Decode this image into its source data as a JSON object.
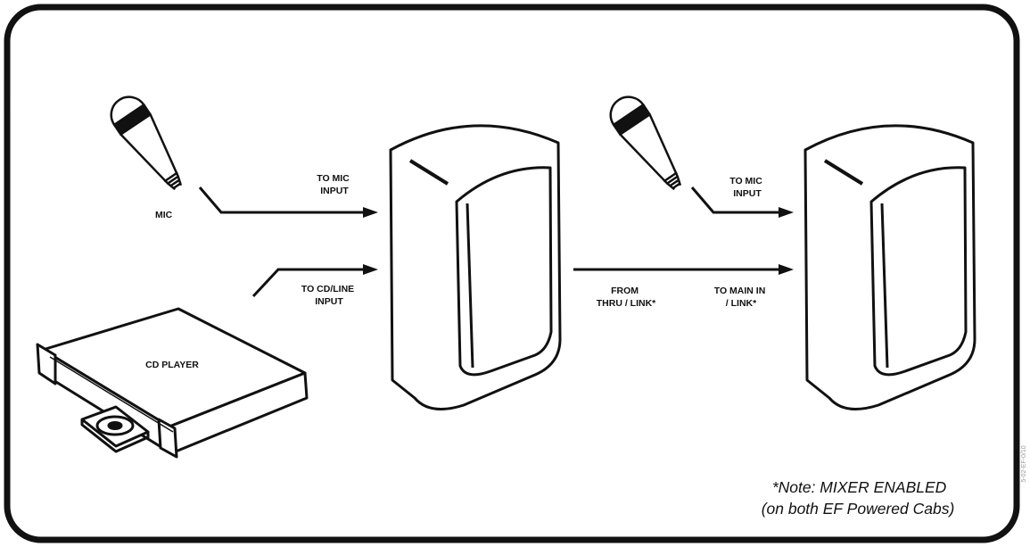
{
  "labels": {
    "mic": "MIC",
    "to_mic_input_1": [
      "TO MIC",
      "INPUT"
    ],
    "to_cd_line_input": [
      "TO CD/LINE",
      "INPUT"
    ],
    "cd_player": "CD PLAYER",
    "from_thru_link": [
      "FROM",
      "THRU / LINK*"
    ],
    "to_mic_input_2": [
      "TO MIC",
      "INPUT"
    ],
    "to_main_in_link": [
      "TO MAIN IN",
      "/ LINK*"
    ]
  },
  "note": [
    "*Note: MIXER ENABLED",
    "(on both EF Powered Cabs)"
  ],
  "side_code": "5-02-EF-0/10"
}
